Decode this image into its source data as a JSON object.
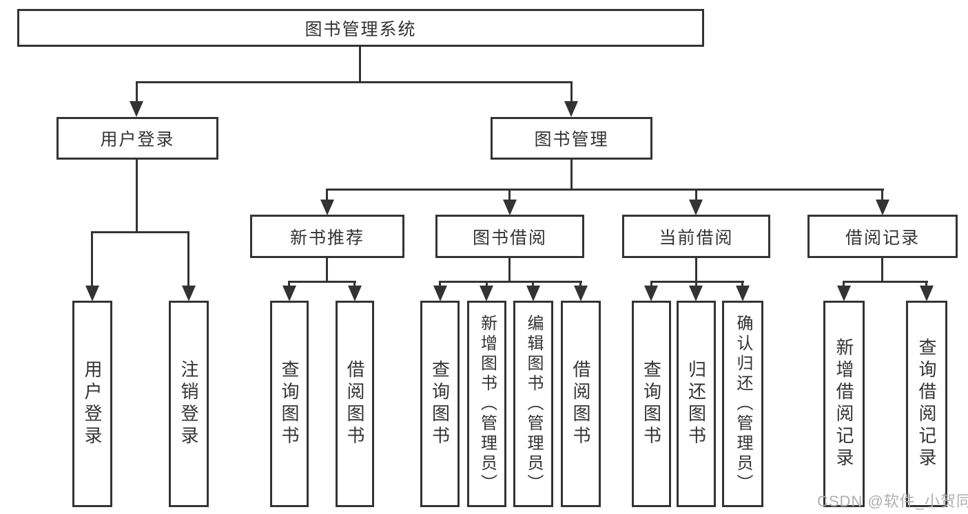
{
  "diagram": {
    "nodes": {
      "root": "图书管理系统",
      "user_login": "用户登录",
      "book_mgmt": "图书管理",
      "new_book_rec": "新书推荐",
      "book_borrow": "图书借阅",
      "current_borrow": "当前借阅",
      "borrow_record": "借阅记录",
      "leaf_user_login": "用户登录",
      "leaf_logout": "注销登录",
      "leaf_rec_query": "查询图书",
      "leaf_rec_borrow": "借阅图书",
      "leaf_bb_query": "查询图书",
      "leaf_bb_add": "新增图书（管理员）",
      "leaf_bb_edit": "编辑图书（管理员）",
      "leaf_bb_borrow": "借阅图书",
      "leaf_cb_query": "查询图书",
      "leaf_cb_return": "归还图书",
      "leaf_cb_confirm": "确认归还（管理员）",
      "leaf_br_add": "新增借阅记录",
      "leaf_br_query": "查询借阅记录"
    },
    "watermark": "CSDN @软件_小贺同学",
    "colors": {
      "line": "#333333",
      "text": "#333333",
      "watermark": "#aeaeae",
      "background": "#ffffff"
    }
  }
}
